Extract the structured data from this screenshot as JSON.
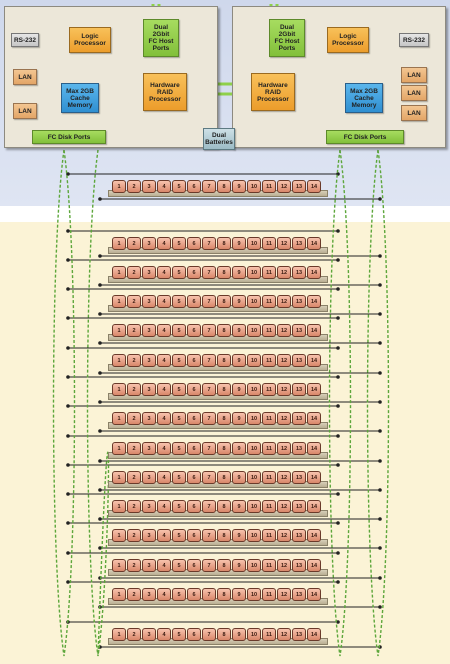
{
  "controllers": [
    {
      "id": "left",
      "rs232": "RS-232",
      "lan_ports": [
        "LAN",
        "LAN"
      ],
      "logic_processor": "Logic\nProcessor",
      "host_ports": "Dual\n2Gbit\nFC Host\nPorts",
      "cache_memory": "Max 2GB\nCache\nMemory",
      "raid_processor": "Hardware\nRAID\nProcessor",
      "disk_ports": "FC Disk Ports"
    },
    {
      "id": "right",
      "rs232": "RS-232",
      "lan_ports": [
        "LAN",
        "LAN",
        "LAN"
      ],
      "logic_processor": "Logic\nProcessor",
      "host_ports": "Dual\n2Gbit\nFC Host\nPorts",
      "cache_memory": "Max 2GB\nCache\nMemory",
      "raid_processor": "Hardware\nRAID\nProcessor",
      "disk_ports": "FC Disk Ports"
    }
  ],
  "batteries": "Dual\nBatteries",
  "drive_labels": [
    "1",
    "2",
    "3",
    "4",
    "5",
    "6",
    "7",
    "8",
    "9",
    "10",
    "11",
    "12",
    "13",
    "14"
  ],
  "colors": {
    "link_green": "#8fd04a",
    "link_orange": "#f0a050",
    "link_blue": "#4ca6e0",
    "loop_green": "#5ca63a",
    "bus_line": "#222222"
  }
}
